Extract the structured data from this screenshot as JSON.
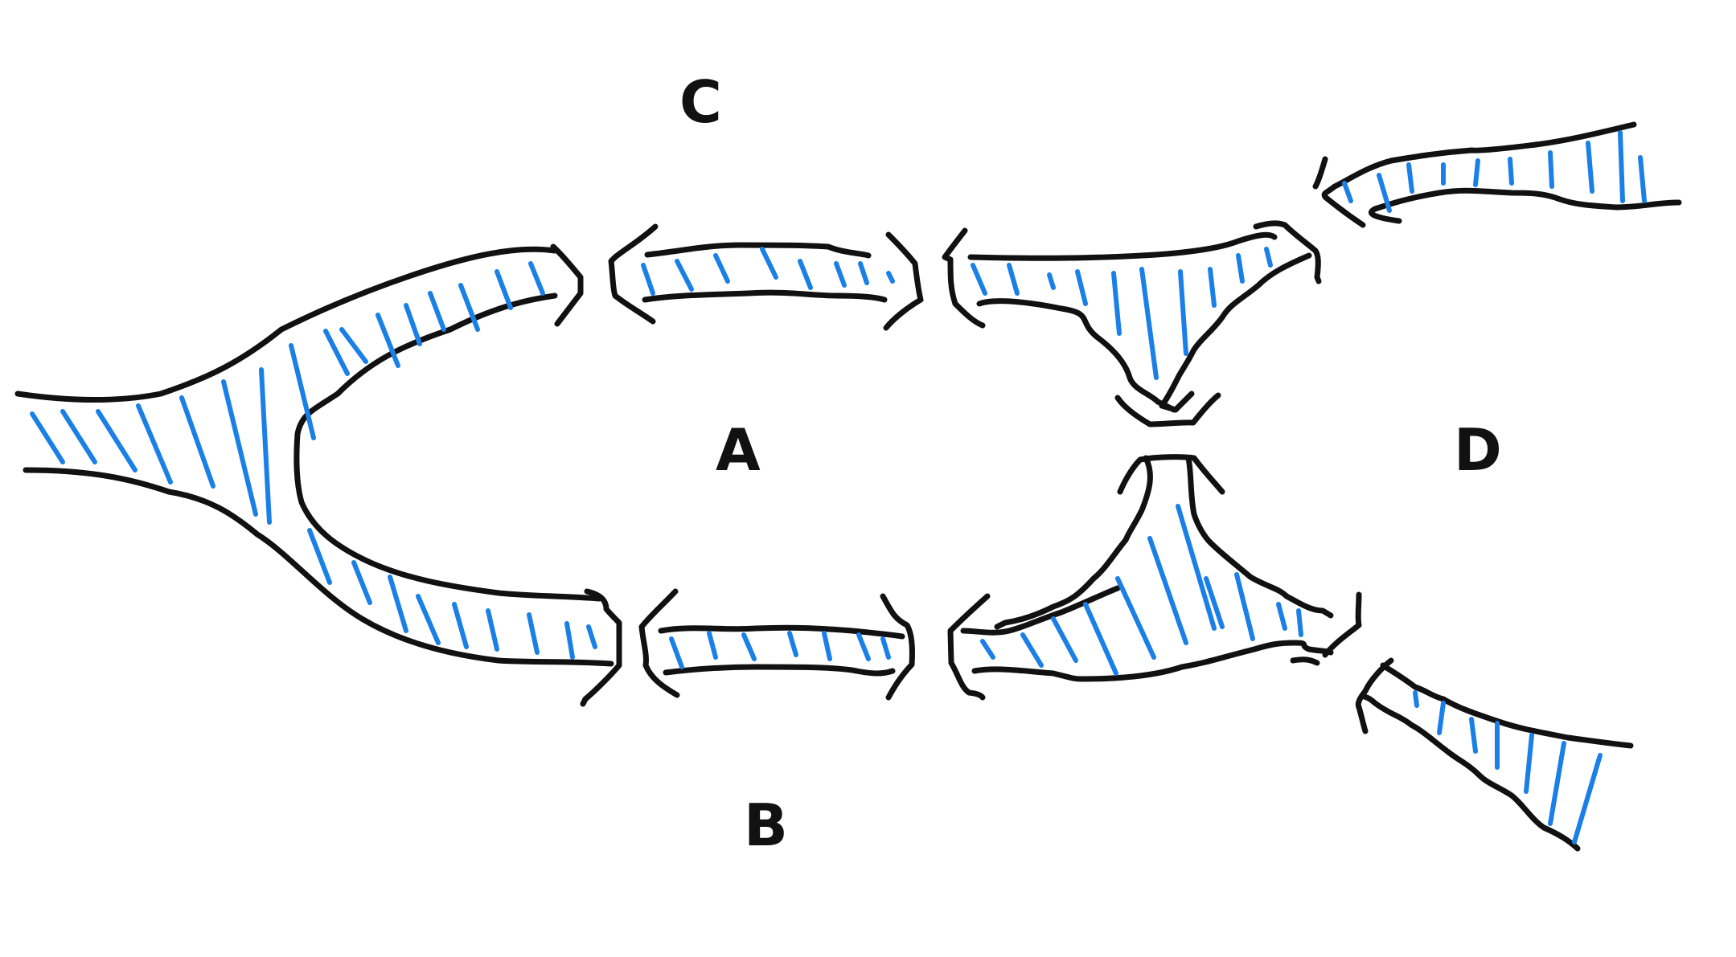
{
  "diagram": {
    "nodes": [
      {
        "id": "A",
        "label": "A"
      },
      {
        "id": "B",
        "label": "B"
      },
      {
        "id": "C",
        "label": "C"
      },
      {
        "id": "D",
        "label": "D"
      }
    ],
    "colors": {
      "outline": "#111111",
      "hatch": "#1a7fe6",
      "background": "#ffffff"
    }
  }
}
